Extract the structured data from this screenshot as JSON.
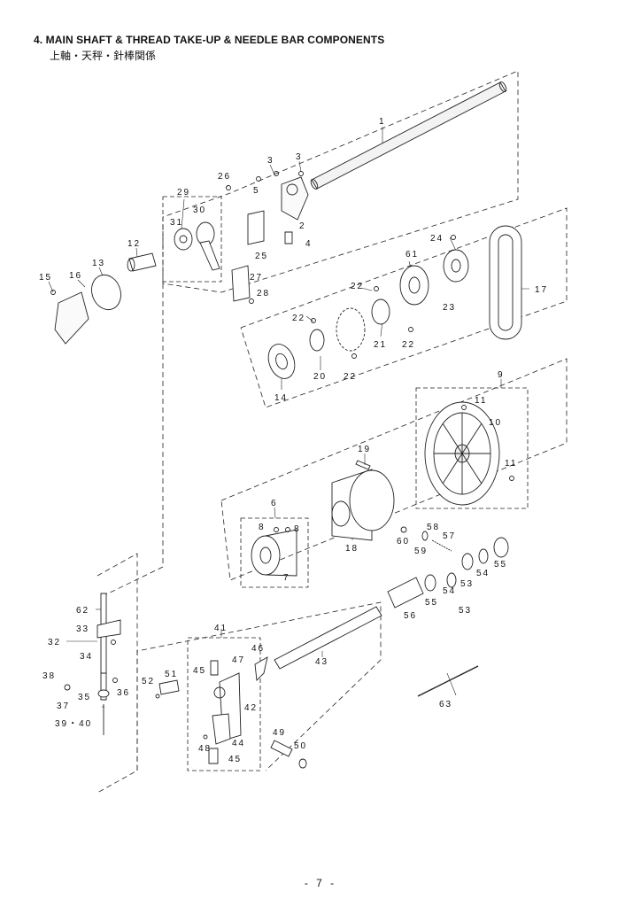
{
  "header": {
    "title": "4.  MAIN SHAFT & THREAD TAKE-UP & NEEDLE BAR COMPONENTS",
    "subtitle": "上軸・天秤・針棒関係"
  },
  "labels": {
    "p1": "1",
    "p2": "2",
    "p3a": "3",
    "p3b": "3",
    "p4": "4",
    "p5": "5",
    "p6": "6",
    "p7": "7",
    "p8a": "8",
    "p8b": "8",
    "p9": "9",
    "p10": "10",
    "p11a": "11",
    "p11b": "11",
    "p12": "12",
    "p13": "13",
    "p14": "14",
    "p15": "15",
    "p16": "16",
    "p17": "17",
    "p18": "18",
    "p19": "19",
    "p20": "20",
    "p21": "21",
    "p22a": "22",
    "p22b": "22",
    "p22c": "22",
    "p22d": "22",
    "p23": "23",
    "p24": "24",
    "p25": "25",
    "p26": "26",
    "p27": "27",
    "p28": "28",
    "p29": "29",
    "p30": "30",
    "p31": "31",
    "p32": "32",
    "p33": "33",
    "p34": "34",
    "p35": "35",
    "p36": "36",
    "p37": "37",
    "p38": "38",
    "p3940": "39・40",
    "p41": "41",
    "p42": "42",
    "p43": "43",
    "p44": "44",
    "p45a": "45",
    "p45b": "45",
    "p46": "46",
    "p47": "47",
    "p48": "48",
    "p49": "49",
    "p50": "50",
    "p51": "51",
    "p52": "52",
    "p53a": "53",
    "p53b": "53",
    "p54a": "54",
    "p54b": "54",
    "p55a": "55",
    "p55b": "55",
    "p56": "56",
    "p57": "57",
    "p58": "58",
    "p59": "59",
    "p60": "60",
    "p61": "61",
    "p62": "62",
    "p63": "63"
  },
  "footer": {
    "page_number": "- 7 -"
  }
}
